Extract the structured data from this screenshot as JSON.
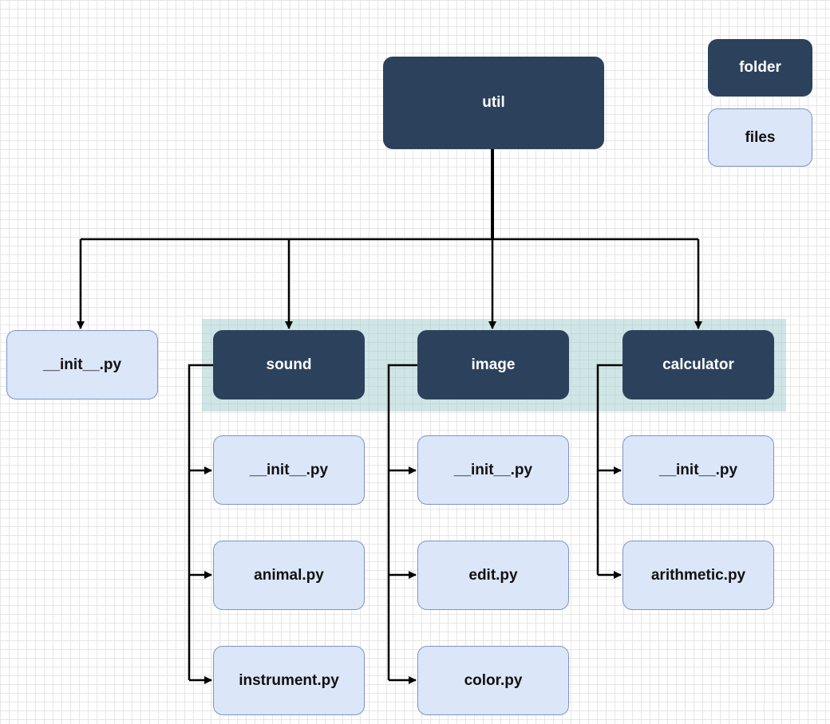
{
  "colors": {
    "folder": "#2c425c",
    "file": "#dbe6f8",
    "file_border": "#7d94c4",
    "highlight_band": "#a0ccce",
    "connector": "#000000"
  },
  "legend": {
    "folder": "folder",
    "files": "files"
  },
  "root": {
    "label": "util"
  },
  "root_file": {
    "label": "__init__.py"
  },
  "folders": {
    "sound": {
      "label": "sound",
      "files": [
        "__init__.py",
        "animal.py",
        "instrument.py"
      ]
    },
    "image": {
      "label": "image",
      "files": [
        "__init__.py",
        "edit.py",
        "color.py"
      ]
    },
    "calculator": {
      "label": "calculator",
      "files": [
        "__init__.py",
        "arithmetic.py"
      ]
    }
  }
}
